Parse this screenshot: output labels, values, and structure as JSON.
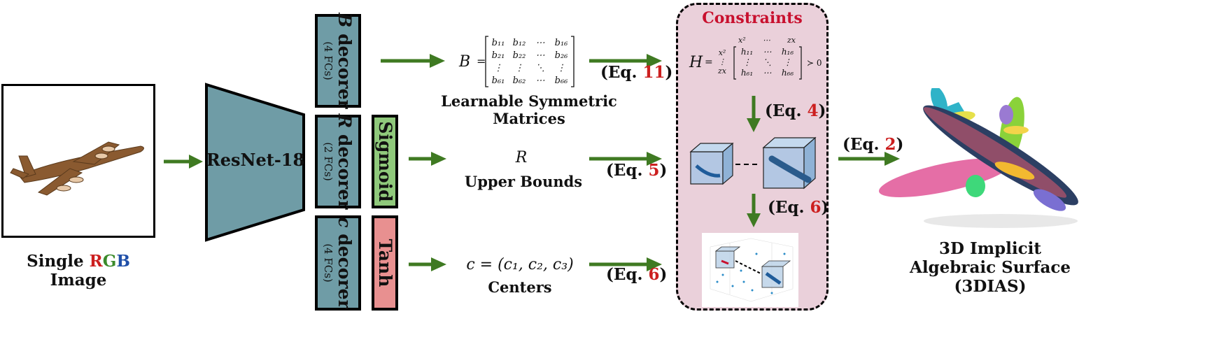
{
  "input": {
    "label_word1": "Single",
    "label_R": "R",
    "label_G": "G",
    "label_B": "B",
    "label_line2": "Image",
    "colors": {
      "R": "#cc1f1f",
      "G": "#3a8a2a",
      "B": "#1f4fa8"
    }
  },
  "backbone": {
    "label": "ResNet-18",
    "color": "#6f9ca6"
  },
  "decoders": {
    "b": {
      "symbol": "B",
      "word": "decorer",
      "sub": "(4 FCs)"
    },
    "r": {
      "symbol": "R",
      "word": "decorer",
      "sub": "(2 FCs)"
    },
    "c": {
      "symbol": "c",
      "word": "decorer",
      "sub": "(4 FCs)"
    }
  },
  "activations": {
    "sigmoid": {
      "label": "Sigmoid",
      "color": "#8fc97b"
    },
    "tanh": {
      "label": "Tanh",
      "color": "#e89090"
    }
  },
  "outputs": {
    "b": {
      "symbol": "B",
      "equals": "=",
      "caption_line1": "Learnable Symmetric",
      "caption_line2": "Matrices",
      "matrix": [
        [
          "b₁₁",
          "b₁₂",
          "⋯",
          "b₁₆"
        ],
        [
          "b₂₁",
          "b₂₂",
          "⋯",
          "b₂₆"
        ],
        [
          "⋮",
          "⋮",
          "⋱",
          "⋮"
        ],
        [
          "b₆₁",
          "b₆₂",
          "⋯",
          "b₆₆"
        ]
      ]
    },
    "r": {
      "symbol": "R",
      "caption": "Upper Bounds"
    },
    "c": {
      "formula": "c = (c₁, c₂, c₃)",
      "caption": "Centers"
    }
  },
  "equations": {
    "eq11": {
      "prefix": "(Eq. ",
      "num": "11",
      "suffix": ")"
    },
    "eq5": {
      "prefix": "(Eq. ",
      "num": "5",
      "suffix": ")"
    },
    "eq6a": {
      "prefix": "(Eq. ",
      "num": "6",
      "suffix": ")"
    },
    "eq4": {
      "prefix": "(Eq. ",
      "num": "4",
      "suffix": ")"
    },
    "eq6b": {
      "prefix": "(Eq. ",
      "num": "6",
      "suffix": ")"
    },
    "eq2": {
      "prefix": "(Eq. ",
      "num": "2",
      "suffix": ")"
    }
  },
  "constraints": {
    "title": "Constraints",
    "title_color": "#c8102e",
    "bg_color": "#ead0da",
    "h_symbol": "H",
    "h_equals": "=",
    "h_row_labels": [
      "x²",
      "⋮",
      "zx"
    ],
    "h_col_labels": [
      "x²",
      "⋯",
      "zx"
    ],
    "h_matrix": [
      [
        "h₁₁",
        "⋯",
        "h₁₆"
      ],
      [
        "⋮",
        "⋱",
        "⋮"
      ],
      [
        "h₆₁",
        "⋯",
        "h₆₆"
      ]
    ],
    "h_relation": "≻ 0"
  },
  "result": {
    "line1": "3D Implicit",
    "line2": "Algebraic Surface",
    "line3": "(3DIAS)"
  },
  "colors": {
    "arrow": "#3f7a22",
    "box": "#6f9ca6"
  }
}
